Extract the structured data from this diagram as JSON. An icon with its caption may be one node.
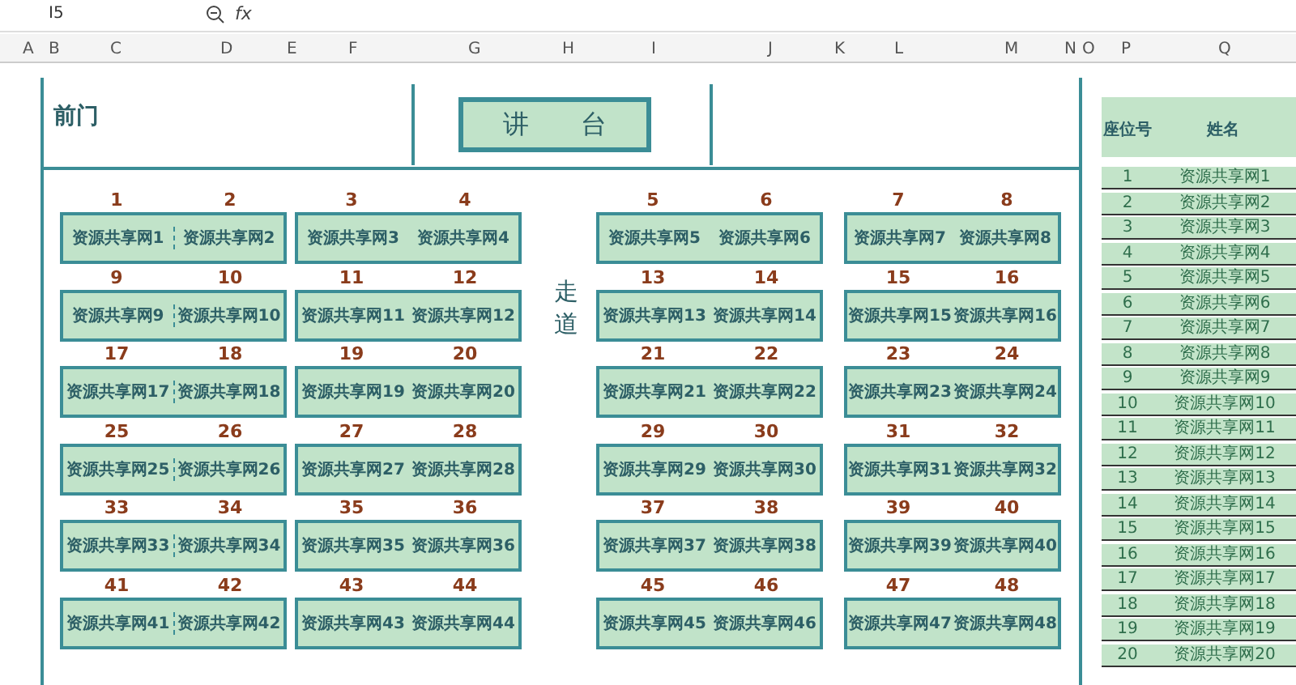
{
  "diagram": {
    "nodes": [
      {
        "text": [
          "讲　　台"
        ]
      },
      {
        "text": [
          "资源共享网1",
          "资源共享网2"
        ],
        "beside": [
          "1",
          "2"
        ]
      },
      {
        "text": [
          "资源共享网3",
          "资源共享网4"
        ],
        "beside": [
          "3",
          "4"
        ]
      },
      {
        "text": [
          "资源共享网5",
          "资源共享网6"
        ],
        "beside": [
          "5",
          "6"
        ]
      },
      {
        "text": [
          "资源共享网7",
          "资源共享网8"
        ],
        "beside": [
          "7",
          "8"
        ]
      },
      {
        "text": [
          "资源共享网9",
          "资源共享网10"
        ],
        "beside": [
          "9",
          "10"
        ]
      },
      {
        "text": [
          "资源共享网11",
          "资源共享网12"
        ],
        "beside": [
          "11",
          "12"
        ]
      },
      {
        "text": [
          "资源共享网13",
          "资源共享网14"
        ],
        "beside": [
          "13",
          "14"
        ]
      },
      {
        "text": [
          "资源共享网15",
          "资源共享网16"
        ],
        "beside": [
          "15",
          "16"
        ]
      },
      {
        "text": [
          "资源共享网17",
          "资源共享网18"
        ],
        "beside": [
          "17",
          "18"
        ]
      },
      {
        "text": [
          "资源共享网19",
          "资源共享网20"
        ],
        "beside": [
          "19",
          "20"
        ]
      },
      {
        "text": [
          "资源共享网21",
          "资源共享网22"
        ],
        "beside": [
          "21",
          "22"
        ]
      },
      {
        "text": [
          "资源共享网23",
          "资源共享网24"
        ],
        "beside": [
          "23",
          "24"
        ]
      },
      {
        "text": [
          "资源共享网25",
          "资源共享网26"
        ],
        "beside": [
          "25",
          "26"
        ]
      },
      {
        "text": [
          "资源共享网27",
          "资源共享网28"
        ],
        "beside": [
          "27",
          "28"
        ]
      },
      {
        "text": [
          "资源共享网29",
          "资源共享网30"
        ],
        "beside": [
          "29",
          "30"
        ]
      },
      {
        "text": [
          "资源共享网31",
          "资源共享网32"
        ],
        "beside": [
          "31",
          "32"
        ]
      },
      {
        "text": [
          "资源共享网33",
          "资源共享网34"
        ],
        "beside": [
          "33",
          "34"
        ]
      },
      {
        "text": [
          "资源共享网35",
          "资源共享网36"
        ],
        "beside": [
          "35",
          "36"
        ]
      },
      {
        "text": [
          "资源共享网37",
          "资源共享网38"
        ],
        "beside": [
          "37",
          "38"
        ]
      },
      {
        "text": [
          "资源共享网39",
          "资源共享网40"
        ],
        "beside": [
          "39",
          "40"
        ]
      },
      {
        "text": [
          "资源共享网41",
          "资源共享网42"
        ],
        "beside": [
          "41",
          "42"
        ]
      },
      {
        "text": [
          "资源共享网43",
          "资源共享网44"
        ],
        "beside": [
          "43",
          "44"
        ]
      },
      {
        "text": [
          "资源共享网45",
          "资源共享网46"
        ],
        "beside": [
          "45",
          "46"
        ]
      },
      {
        "text": [
          "资源共享网47",
          "资源共享网48"
        ],
        "beside": [
          "47",
          "48"
        ]
      }
    ],
    "labels": [
      "I5",
      "fx",
      "A",
      "B",
      "C",
      "D",
      "E",
      "F",
      "G",
      "H",
      "I",
      "J",
      "K",
      "L",
      "M",
      "N",
      "O",
      "P",
      "Q",
      "前门",
      "走道",
      "座位号",
      "姓名",
      "1",
      "资源共享网1",
      "2",
      "资源共享网2",
      "3",
      "资源共享网3",
      "4",
      "资源共享网4",
      "5",
      "资源共享网5",
      "6",
      "资源共享网6",
      "7",
      "资源共享网7",
      "8",
      "资源共享网8",
      "9",
      "资源共享网9",
      "10",
      "资源共享网10",
      "11",
      "资源共享网11",
      "12",
      "资源共享网12",
      "13",
      "资源共享网13",
      "14",
      "资源共享网14",
      "15",
      "资源共享网15",
      "16",
      "资源共享网16",
      "17",
      "资源共享网17",
      "18",
      "资源共享网18",
      "19",
      "资源共享网19",
      "20",
      "资源共享网20"
    ]
  }
}
